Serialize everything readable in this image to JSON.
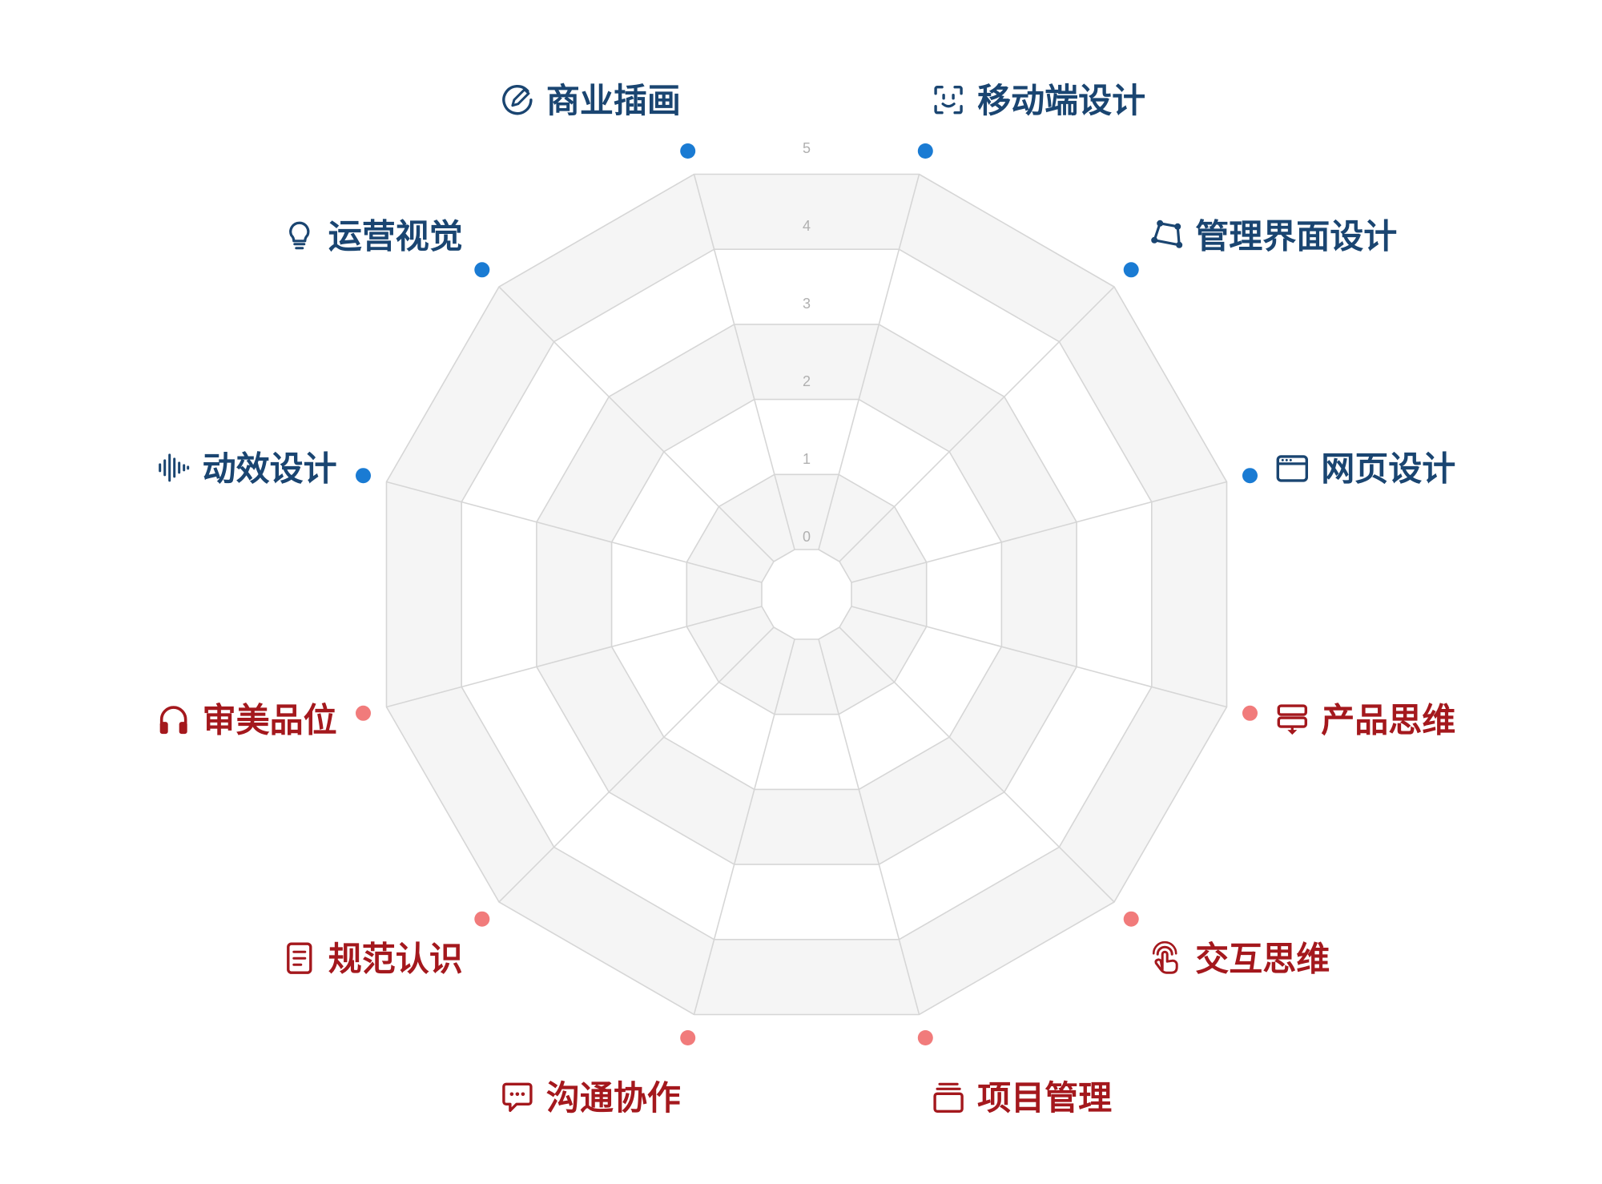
{
  "chart_data": {
    "type": "radar",
    "title": "",
    "scale": {
      "min": 0,
      "max": 5,
      "ticks": [
        "0",
        "1",
        "2",
        "3",
        "4",
        "5"
      ]
    },
    "grid": true,
    "values": [
      0,
      0,
      0,
      0,
      0,
      0,
      0,
      0,
      0,
      0,
      0,
      0
    ],
    "axes": [
      {
        "label": "移动端设计",
        "icon": "face-scan-icon",
        "group": "design"
      },
      {
        "label": "管理界面设计",
        "icon": "vector-polygon-icon",
        "group": "design"
      },
      {
        "label": "网页设计",
        "icon": "browser-window-icon",
        "group": "design"
      },
      {
        "label": "产品思维",
        "icon": "layers-download-icon",
        "group": "ability"
      },
      {
        "label": "交互思维",
        "icon": "hand-pointer-icon",
        "group": "ability"
      },
      {
        "label": "项目管理",
        "icon": "stacked-folders-icon",
        "group": "ability"
      },
      {
        "label": "沟通协作",
        "icon": "chat-bubble-icon",
        "group": "ability"
      },
      {
        "label": "规范认识",
        "icon": "document-icon",
        "group": "ability"
      },
      {
        "label": "审美品位",
        "icon": "headphones-icon",
        "group": "ability"
      },
      {
        "label": "动效设计",
        "icon": "audio-wave-icon",
        "group": "design"
      },
      {
        "label": "运营视觉",
        "icon": "lightbulb-icon",
        "group": "design"
      },
      {
        "label": "商业插画",
        "icon": "pencil-circle-icon",
        "group": "design"
      }
    ],
    "colors": {
      "design_text": "#1a4571",
      "design_dot": "#1a7bd3",
      "ability_text": "#a4181d",
      "ability_dot": "#f17b7b",
      "band_fill": "#f5f5f5",
      "grid_line": "#d6d6d6"
    }
  }
}
